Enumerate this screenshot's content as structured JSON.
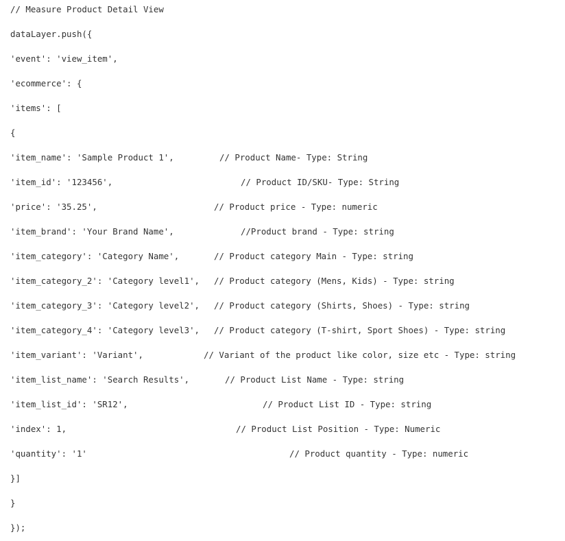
{
  "code": {
    "header_comment": "// Measure Product Detail View",
    "lines": [
      {
        "code": "dataLayer.push({",
        "comment": ""
      },
      {
        "code": "'event': 'view_item',",
        "comment": ""
      },
      {
        "code": "'ecommerce': {",
        "comment": ""
      },
      {
        "code": "'items': [",
        "comment": ""
      },
      {
        "code": "{",
        "comment": ""
      },
      {
        "code": "'item_name': 'Sample Product 1',",
        "comment": "// Product Name- Type: String"
      },
      {
        "code": "'item_id': '123456',",
        "comment": "// Product ID/SKU- Type: String"
      },
      {
        "code": "'price': '35.25',",
        "comment": "// Product price - Type: numeric"
      },
      {
        "code": "'item_brand': 'Your Brand Name',",
        "comment": "//Product brand - Type: string"
      },
      {
        "code": "'item_category': 'Category Name',",
        "comment": "// Product category Main - Type: string"
      },
      {
        "code": "'item_category_2': 'Category level1',",
        "comment": "// Product category (Mens, Kids) - Type: string"
      },
      {
        "code": "'item_category_3': 'Category level2',",
        "comment": "// Product category (Shirts, Shoes) - Type: string"
      },
      {
        "code": "'item_category_4': 'Category level3',",
        "comment": "// Product category (T-shirt, Sport Shoes) - Type: string"
      },
      {
        "code": "'item_variant': 'Variant',",
        "comment": "// Variant of the product like color, size etc - Type: string"
      },
      {
        "code": "'item_list_name': 'Search Results',",
        "comment": "// Product List Name - Type: string"
      },
      {
        "code": "'item_list_id': 'SR12',",
        "comment": "// Product List ID - Type: string"
      },
      {
        "code": "'index': 1,",
        "comment": "// Product List Position - Type: Numeric"
      },
      {
        "code": "'quantity': '1'",
        "comment": "// Product quantity - Type: numeric"
      },
      {
        "code": "}]",
        "comment": ""
      },
      {
        "code": "}",
        "comment": ""
      },
      {
        "code": "});",
        "comment": ""
      }
    ]
  }
}
